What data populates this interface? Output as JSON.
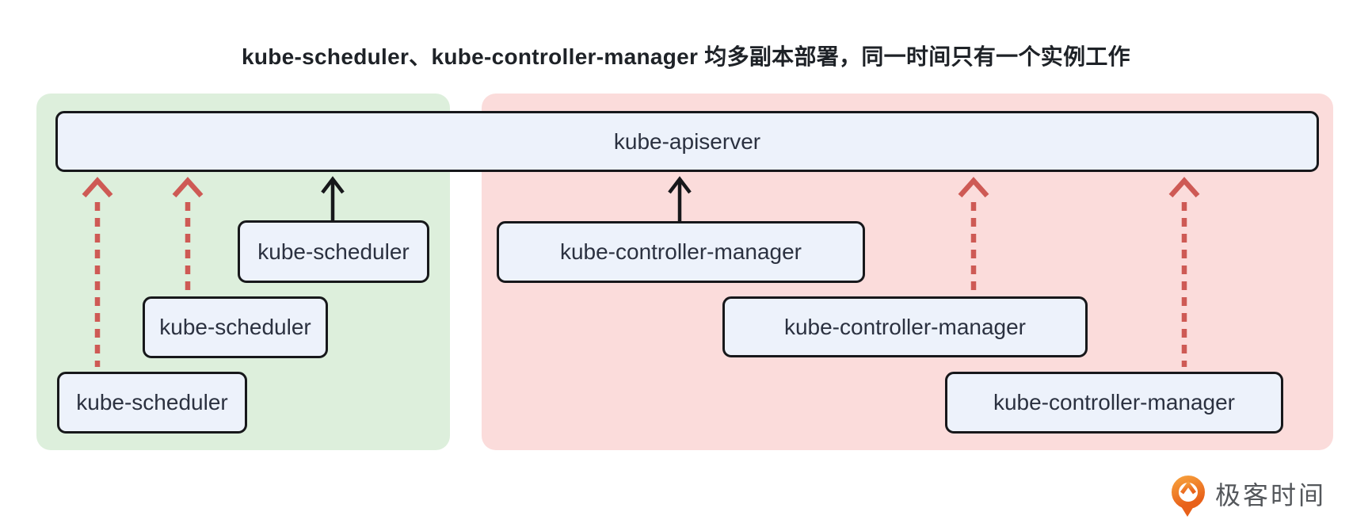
{
  "title": "kube-scheduler、kube-controller-manager 均多副本部署，同一时间只有一个实例工作",
  "diagram": {
    "apiserver": {
      "label": "kube-apiserver"
    },
    "scheduler_group": {
      "panel_color": "#ddefdc",
      "boxes": [
        {
          "label": "kube-scheduler",
          "link_to_apiserver": "solid"
        },
        {
          "label": "kube-scheduler",
          "link_to_apiserver": "dashed"
        },
        {
          "label": "kube-scheduler",
          "link_to_apiserver": "dashed"
        }
      ]
    },
    "controller_manager_group": {
      "panel_color": "#fbdcdb",
      "boxes": [
        {
          "label": "kube-controller-manager",
          "link_to_apiserver": "solid"
        },
        {
          "label": "kube-controller-manager",
          "link_to_apiserver": "dashed"
        },
        {
          "label": "kube-controller-manager",
          "link_to_apiserver": "dashed"
        }
      ]
    },
    "colors": {
      "box_fill": "#edf2fb",
      "box_border": "#17181b",
      "solid_arrow": "#17181b",
      "dashed_arrow": "#ce5a55"
    }
  },
  "logo": {
    "text": "极客时间",
    "orange": "#ee7a22",
    "text_color": "#54575b"
  }
}
